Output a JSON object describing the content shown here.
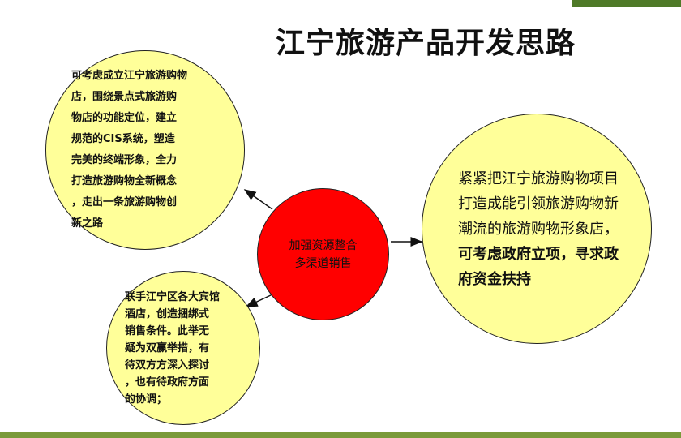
{
  "title": "江宁旅游产品开发思路",
  "center": {
    "text": "加强资源整合\n    多渠道销售"
  },
  "top_left": {
    "text": "可考虑成立江宁旅游购物\n    店，围绕景点式旅游购\n    物店的功能定位，建立\n    规范的CIS系统，塑造\n    完美的终端形象，全力\n    打造旅游购物全新概念\n    ，走出一条旅游购物创\n    新之路"
  },
  "bottom_left": {
    "text": "联手江宁区各大宾馆\n酒店，创造捆绑式\n销售条件。此举无\n疑为双赢举措，有\n待双方方深入探讨\n，也有待政府方面\n的协调；"
  },
  "right": {
    "text_normal": "紧紧把江宁旅游购物项目打造成能引领旅游购物新潮流的旅游购物形象店，",
    "text_bold": "可考虑政府立项，寻求政府资金扶持"
  },
  "colors": {
    "yellow_fill": "#ffff99",
    "red_fill": "#ff0000",
    "accent_bar": "#4f7a28"
  }
}
